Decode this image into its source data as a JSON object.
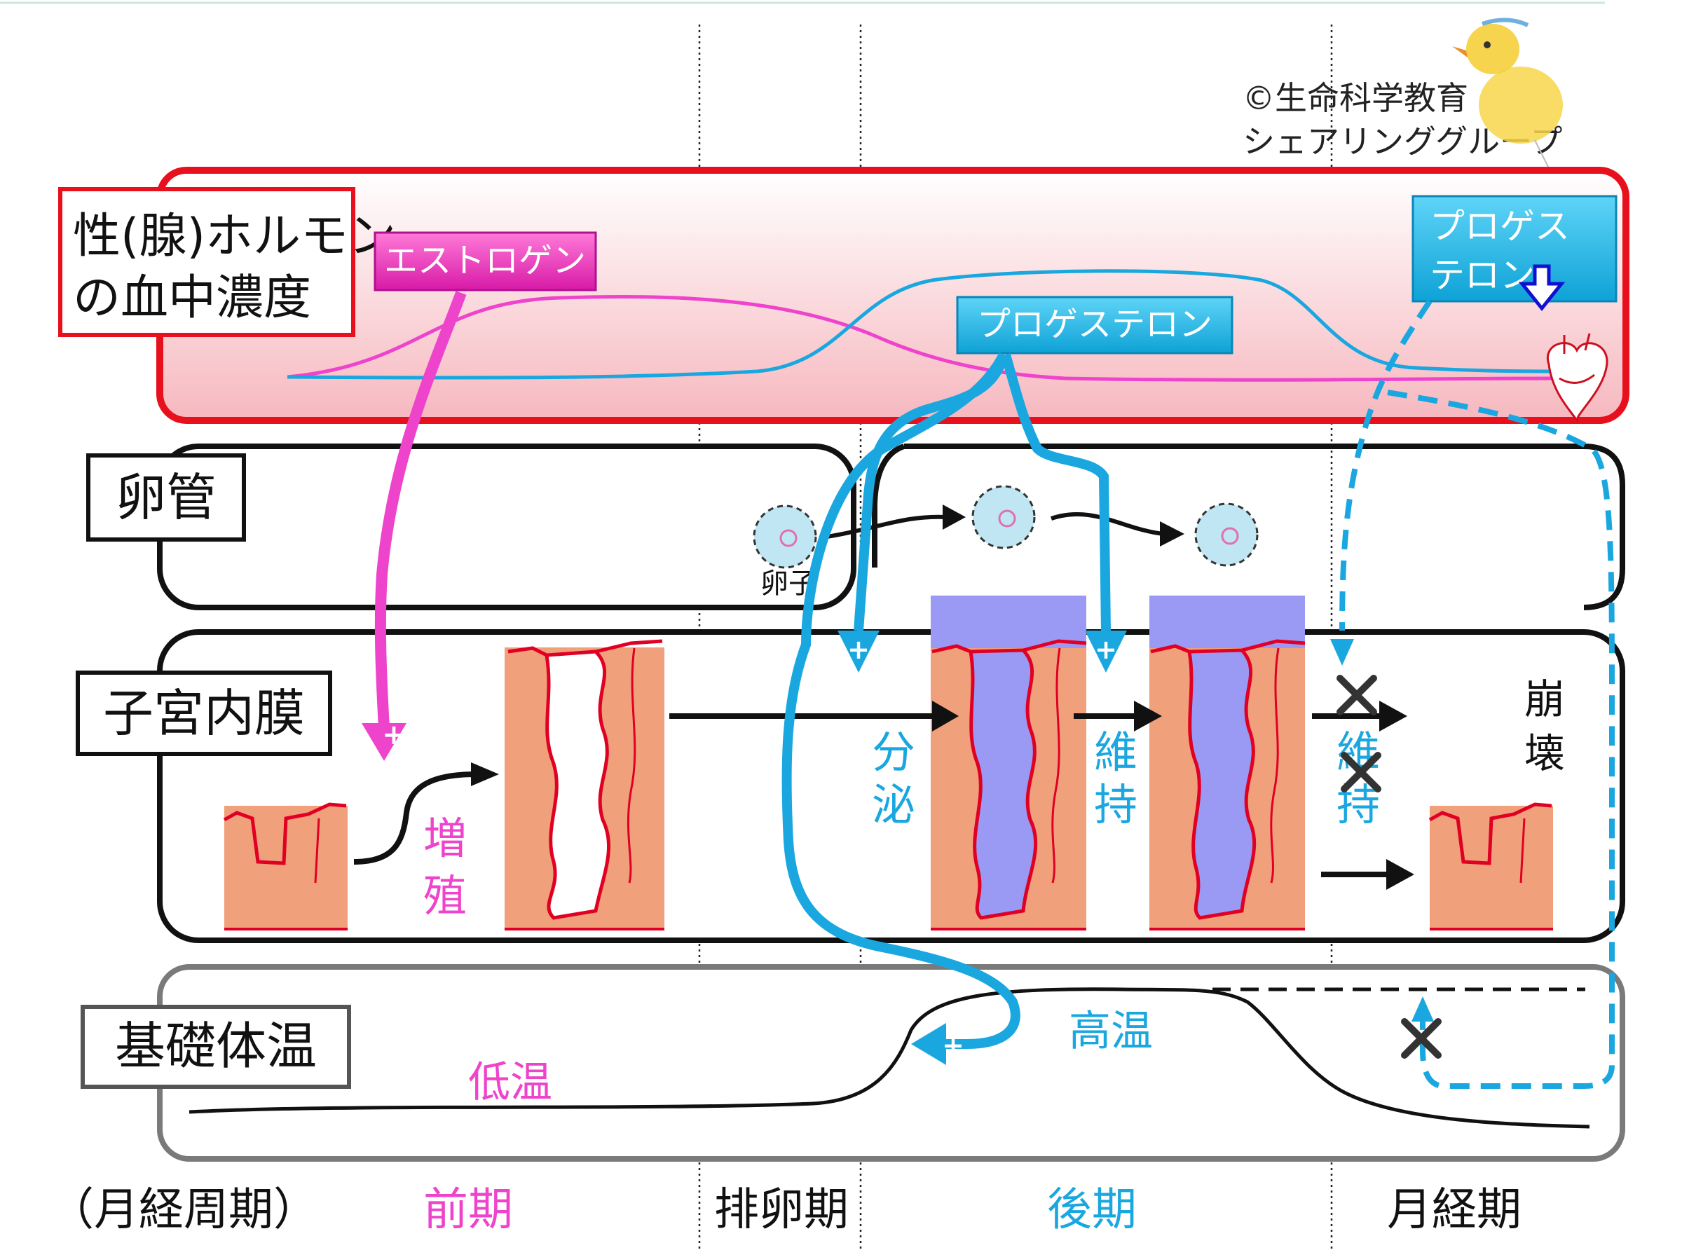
{
  "copyright": {
    "line1": "©生命科学教育",
    "line2": "シェアリンググループ"
  },
  "rows": {
    "hormone": {
      "label_line1": "性(腺)ホルモン",
      "label_line2": "の血中濃度"
    },
    "oviduct": {
      "label": "卵管"
    },
    "endometrium": {
      "label": "子宮内膜"
    },
    "bbt": {
      "label": "基礎体温"
    }
  },
  "tags": {
    "estrogen": "エストロゲン",
    "progesterone": "プロゲステロン",
    "progesterone_late_line1": "プロゲス",
    "progesterone_late_line2": "テロン"
  },
  "annotations": {
    "egg": "卵子",
    "proliferation_1": "増",
    "proliferation_2": "殖",
    "secretion_1": "分",
    "secretion_2": "泌",
    "maintain_1": "維",
    "maintain_2": "持",
    "maintain_x_1": "維",
    "maintain_x_2": "持",
    "collapse_1": "崩",
    "collapse_2": "壊",
    "high_temp": "高温",
    "low_temp": "低温"
  },
  "phases": {
    "cycle": "（月経周期）",
    "follicular": "前期",
    "ovulation": "排卵期",
    "luteal": "後期",
    "menstrual": "月経期"
  },
  "colors": {
    "estrogen": "#ee44cc",
    "progesterone": "#1aa7e0",
    "hormone_frame": "#e8101c",
    "tissue": "#f0a07a",
    "vessel": "#e00024",
    "secretion": "#9a9af5"
  }
}
